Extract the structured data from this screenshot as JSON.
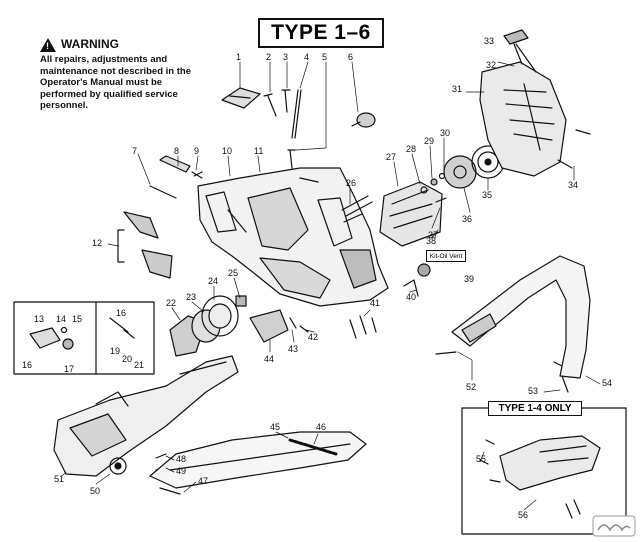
{
  "title": "TYPE 1–6",
  "warning": {
    "heading": "WARNING",
    "text": "All repairs, adjustments and maintenance not described in the Operator's Manual must be performed by qualified service personnel."
  },
  "inset_title": "TYPE 1-4 ONLY",
  "oil_vent_label": "Kit-Oil Vent",
  "part_numbers": [
    {
      "id": "1",
      "label": "1"
    },
    {
      "id": "2",
      "label": "2"
    },
    {
      "id": "3",
      "label": "3"
    },
    {
      "id": "4",
      "label": "4"
    },
    {
      "id": "5",
      "label": "5"
    },
    {
      "id": "6",
      "label": "6"
    },
    {
      "id": "7",
      "label": "7"
    },
    {
      "id": "8",
      "label": "8"
    },
    {
      "id": "9",
      "label": "9"
    },
    {
      "id": "10",
      "label": "10"
    },
    {
      "id": "11",
      "label": "11"
    },
    {
      "id": "12",
      "label": "12"
    },
    {
      "id": "13",
      "label": "13"
    },
    {
      "id": "14",
      "label": "14"
    },
    {
      "id": "15",
      "label": "15"
    },
    {
      "id": "16a",
      "label": "16"
    },
    {
      "id": "16b",
      "label": "16"
    },
    {
      "id": "17",
      "label": "17"
    },
    {
      "id": "19",
      "label": "19"
    },
    {
      "id": "20",
      "label": "20"
    },
    {
      "id": "21",
      "label": "21"
    },
    {
      "id": "22",
      "label": "22"
    },
    {
      "id": "23",
      "label": "23"
    },
    {
      "id": "24",
      "label": "24"
    },
    {
      "id": "25",
      "label": "25"
    },
    {
      "id": "26",
      "label": "26"
    },
    {
      "id": "27",
      "label": "27"
    },
    {
      "id": "28",
      "label": "28"
    },
    {
      "id": "29",
      "label": "29"
    },
    {
      "id": "30",
      "label": "30"
    },
    {
      "id": "31",
      "label": "31"
    },
    {
      "id": "32",
      "label": "32"
    },
    {
      "id": "33",
      "label": "33"
    },
    {
      "id": "34",
      "label": "34"
    },
    {
      "id": "35",
      "label": "35"
    },
    {
      "id": "36",
      "label": "36"
    },
    {
      "id": "37",
      "label": "37"
    },
    {
      "id": "38",
      "label": "38"
    },
    {
      "id": "39",
      "label": "39"
    },
    {
      "id": "40",
      "label": "40"
    },
    {
      "id": "41",
      "label": "41"
    },
    {
      "id": "42",
      "label": "42"
    },
    {
      "id": "43",
      "label": "43"
    },
    {
      "id": "44",
      "label": "44"
    },
    {
      "id": "45",
      "label": "45"
    },
    {
      "id": "46",
      "label": "46"
    },
    {
      "id": "47",
      "label": "47"
    },
    {
      "id": "48",
      "label": "48"
    },
    {
      "id": "49",
      "label": "49"
    },
    {
      "id": "50",
      "label": "50"
    },
    {
      "id": "51",
      "label": "51"
    },
    {
      "id": "52",
      "label": "52"
    },
    {
      "id": "53",
      "label": "53"
    },
    {
      "id": "54",
      "label": "54"
    },
    {
      "id": "55",
      "label": "55"
    },
    {
      "id": "56",
      "label": "56"
    }
  ]
}
